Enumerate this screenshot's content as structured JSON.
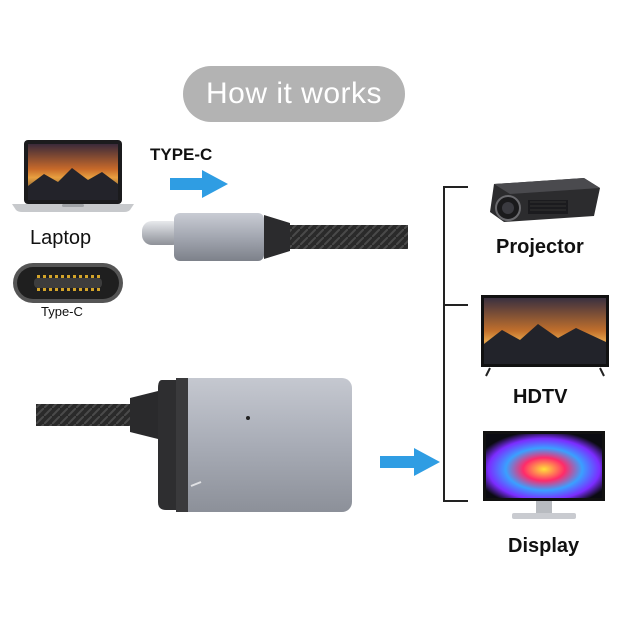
{
  "title": "How it works",
  "source": {
    "connector_label": "TYPE-C",
    "device_label": "Laptop",
    "port_label": "Type-C"
  },
  "outputs": [
    {
      "label": "Projector"
    },
    {
      "label": "HDTV"
    },
    {
      "label": "Display"
    }
  ],
  "colors": {
    "arrow": "#2f9de3",
    "pill": "#b3b3b3",
    "adapter_body": "#a9adb8",
    "cable": "#2a2a2a"
  },
  "icons": {
    "laptop": "laptop-icon",
    "usb_c_port": "usb-c-port-icon",
    "projector": "projector-icon",
    "hdtv": "tv-icon",
    "display": "monitor-icon"
  }
}
